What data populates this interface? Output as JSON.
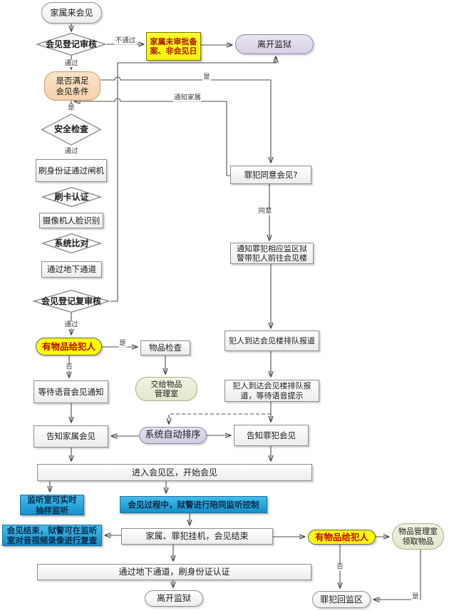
{
  "nodes": {
    "start": {
      "label": "家属来会见"
    },
    "review": {
      "label": "会见登记审核"
    },
    "not_approved": {
      "label": "家属未审批备\n案、非会见日"
    },
    "leave_top": {
      "label": "离开监狱"
    },
    "cond": {
      "label": "是否满足\n会见条件"
    },
    "security": {
      "label": "安全检查"
    },
    "id_gate": {
      "label": "刷身份证通过闸机"
    },
    "card_auth": {
      "label": "刷卡认证"
    },
    "face": {
      "label": "摄像机人脸识别"
    },
    "compare": {
      "label": "系统比对"
    },
    "tunnel": {
      "label": "通过地下通道"
    },
    "recheck": {
      "label": "会见登记复审核"
    },
    "items_q1": {
      "label": "有物品给犯人"
    },
    "item_check": {
      "label": "物品检查"
    },
    "give_room": {
      "label": "交给物品\n管理室"
    },
    "wait_voice": {
      "label": "等待语音会见通知"
    },
    "inform_family": {
      "label": "告知家属会见"
    },
    "auto_sort": {
      "label": "系统自动排序"
    },
    "agree_q": {
      "label": "罪犯同意会见?"
    },
    "notify_guard": {
      "label": "通知罪犯相应监区狱\n警带犯人前往会见楼"
    },
    "arrive_report": {
      "label": "犯人到达会见楼排队报道"
    },
    "arrive_wait": {
      "label": "犯人到达会见楼排队报\n道，等待语音提示"
    },
    "inform_prisoner": {
      "label": "告知罪犯会见"
    },
    "enter_area": {
      "label": "进入会见区，开始会见"
    },
    "monitor_sample": {
      "label": "监听室可实时\n抽样监听"
    },
    "monitor_escort": {
      "label": "会见过程中，狱警进行陪同监听控制"
    },
    "hangup": {
      "label": "家属、罪犯挂机，会见结束"
    },
    "monitor_review": {
      "label": "会见结束，狱警可在监听\n室对音视频录像进行复查"
    },
    "tunnel2": {
      "label": "通过地下通道，刷身份证认证"
    },
    "leave_bottom": {
      "label": "离开监狱"
    },
    "items_q2": {
      "label": "有物品给犯人"
    },
    "pickup_room": {
      "label": "物品管理室\n领取物品"
    },
    "back_area": {
      "label": "罪犯回监区"
    }
  },
  "edge_labels": {
    "fail": "不通过",
    "pass1": "通过",
    "yes_right": "是",
    "notify_family": "通知家属",
    "yes1": "是",
    "pass2": "通过",
    "agree": "同意",
    "pass3": "通过",
    "yes2": "是",
    "no1": "否",
    "no2": "否",
    "yes3": "是"
  },
  "colors": {
    "highlight_yellow": "#ffff00",
    "warning_text": "#a81500",
    "accent_blue": "#1e9fd8",
    "lavender": "#e3ddee",
    "peach": "#fadcbd",
    "pale_green": "#ebefdc"
  }
}
